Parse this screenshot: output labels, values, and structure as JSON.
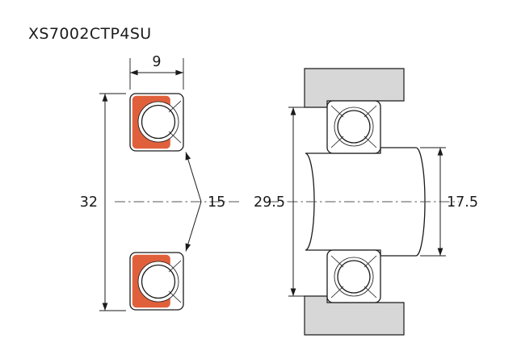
{
  "title": "XS7002CTP4SU",
  "cross_section_view": {
    "width_mm": "9",
    "outer_diameter_mm": "32",
    "bore_diameter_mm": "15"
  },
  "mounted_view": {
    "housing_shoulder_diameter_mm": "29.5",
    "shaft_shoulder_diameter_mm": "17.5"
  },
  "colors": {
    "seal": "#E0603C",
    "housing": "#D7D7D7",
    "line": "#1B1B1B",
    "background": "#FFFFFF"
  }
}
